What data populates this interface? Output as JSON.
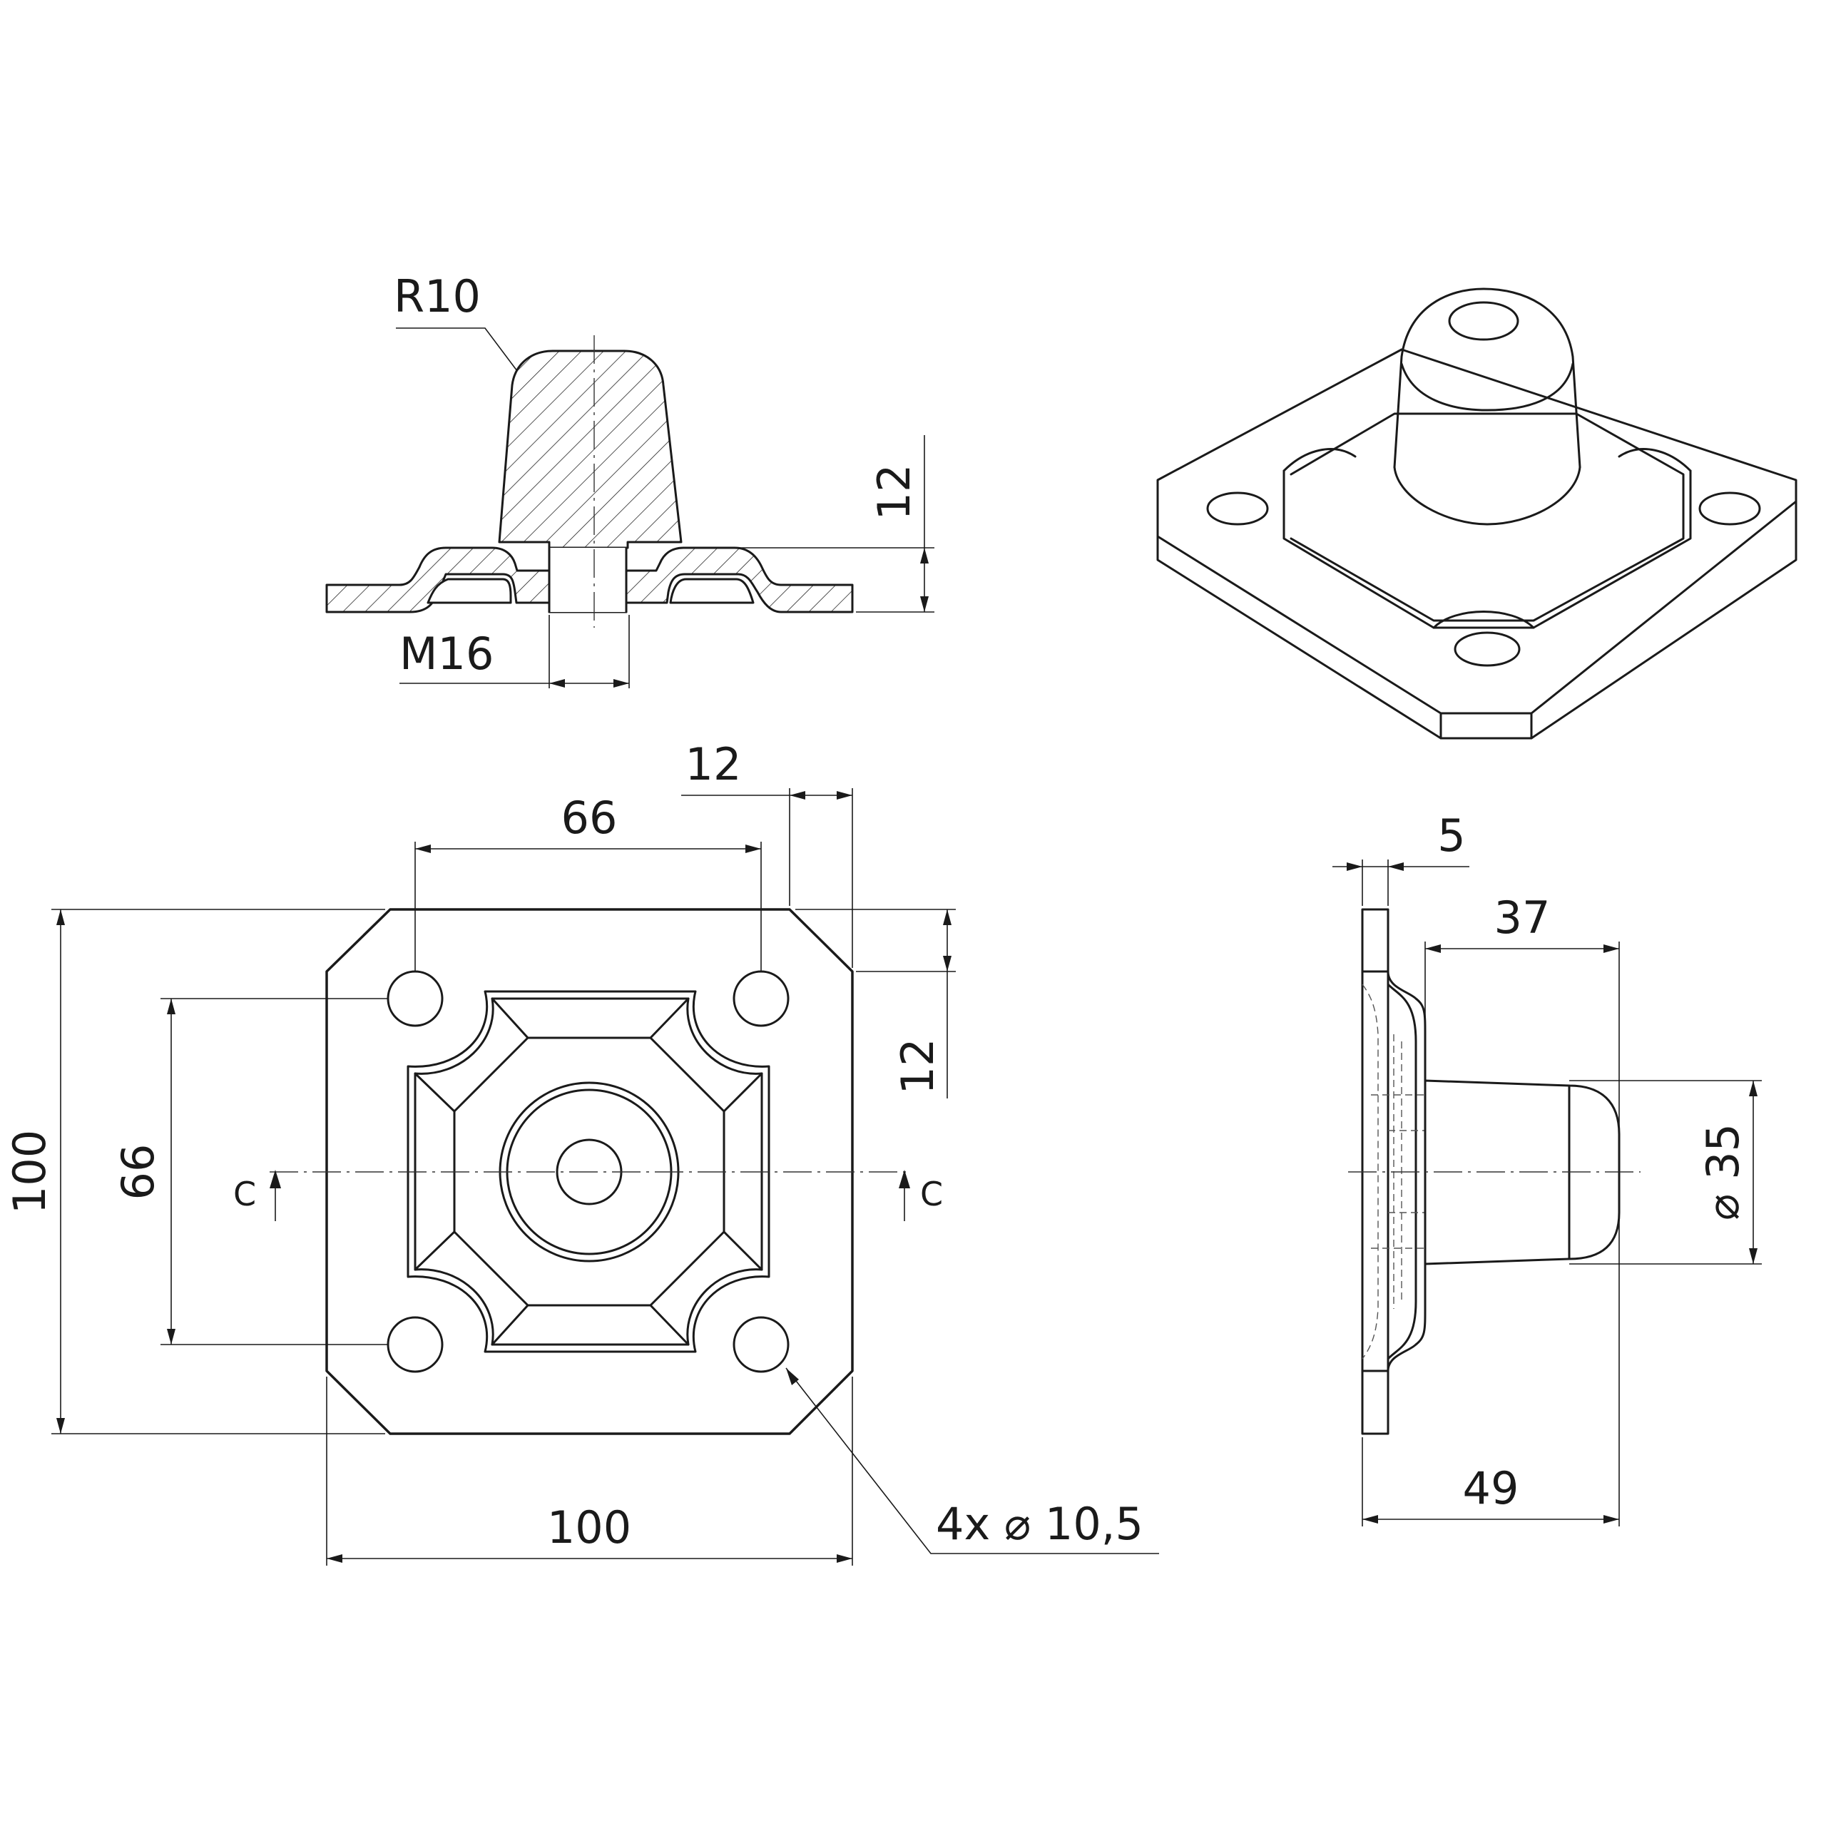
{
  "section_view": {
    "radius_label": "R10",
    "thread_label": "M16",
    "height_label": "12"
  },
  "front_view": {
    "hole_spacing_top": "66",
    "chamfer_top": "12",
    "chamfer_right": "12",
    "hole_spacing_left": "66",
    "height_overall": "100",
    "width_overall": "100",
    "holes_callout": "4x ⌀ 10,5",
    "section_marker_left": "C",
    "section_marker_right": "C"
  },
  "side_view": {
    "plate_thickness": "5",
    "pin_length": "37",
    "pin_diameter": "⌀ 35",
    "overall_depth": "49"
  }
}
